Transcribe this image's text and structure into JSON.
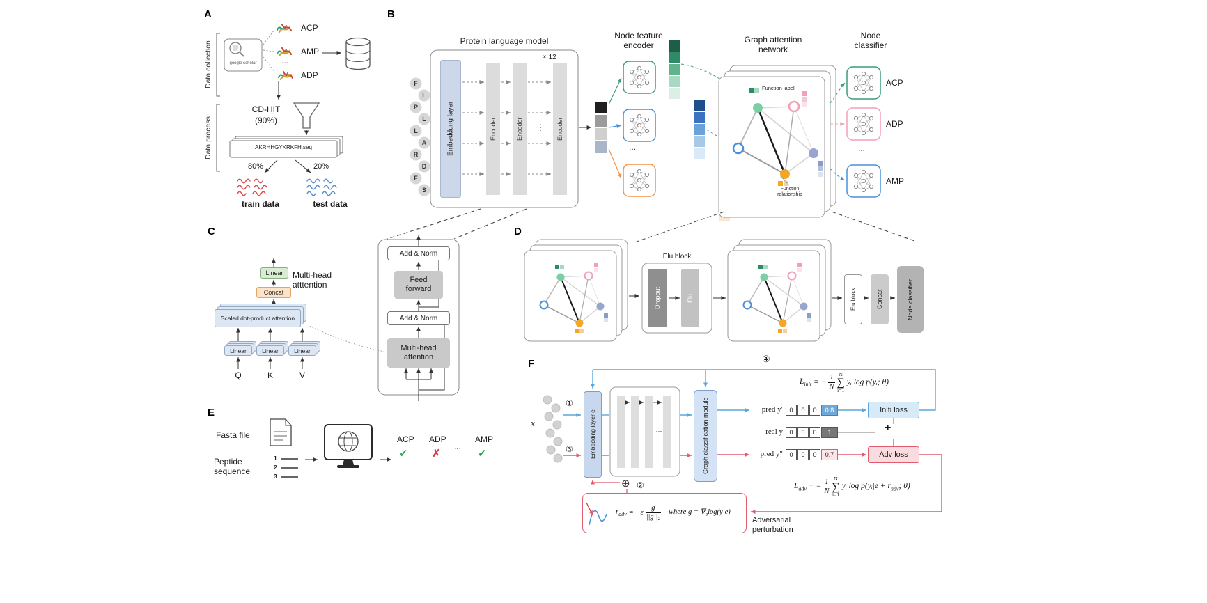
{
  "colors": {
    "train_red": "#d94f4f",
    "test_blue": "#5b8fc9",
    "acp_green": "#3a9d7a",
    "adp_pink": "#f2a0b5",
    "amp_blue": "#4a90d9",
    "orange": "#f0924a",
    "init_loss_blue": "#5aa7dc",
    "adv_loss_red": "#e05c6e",
    "check_green": "#2ea44f",
    "cross_red": "#d73a49"
  },
  "panel_a": {
    "label": "A",
    "collection_label": "Data collection",
    "process_label": "Data process",
    "google_scholar": "google scholar",
    "acp": "ACP",
    "amp": "AMP",
    "adp": "ADP",
    "dots": "...",
    "cdhit_line1": "CD-HIT",
    "cdhit_line2": "(90%)",
    "seq_text": "AKRHHGYKRKFH.seq",
    "train_pct": "80%",
    "test_pct": "20%",
    "train_label": "train data",
    "test_label": "test data"
  },
  "panel_b": {
    "label": "B",
    "plm_title": "Protein language model",
    "embedding_label": "Embeddung layer",
    "encoder_label": "Encoder",
    "times12": "× 12",
    "vdots": "⋮",
    "residues": [
      "F",
      "L",
      "P",
      "L",
      "L",
      "A",
      "R",
      "D",
      "F",
      "S"
    ],
    "nfe_title_1": "Node feature",
    "nfe_title_2": "encoder",
    "nfe_dots": "...",
    "gan_title_1": "Graph attention",
    "gan_title_2": "network",
    "function_label": "Function label",
    "function_rel_1": "Function",
    "function_rel_2": "relationship",
    "nc_title_1": "Node",
    "nc_title_2": "classifier",
    "acp": "ACP",
    "adp": "ADP",
    "amp": "AMP",
    "dots": "..."
  },
  "panel_c": {
    "label": "C",
    "linear": "Linear",
    "concat": "Concat",
    "sdpa": "Scaled dot-product attention",
    "mha_note_1": "Multi-head",
    "mha_note_2": "atttention",
    "q": "Q",
    "k": "K",
    "v": "V",
    "add_norm": "Add & Norm",
    "feed_forward": "Feed forward",
    "mha_box": "Multi-head attention"
  },
  "panel_d": {
    "label": "D",
    "elu_block": "Elu block",
    "dropout": "Dropout",
    "elu": "Elu",
    "elu_block2": "Elu block",
    "concat": "Concat",
    "node_classifier": "Node classifier"
  },
  "panel_e": {
    "label": "E",
    "fasta": "Fasta file",
    "peptide_1": "Peptide",
    "peptide_2": "sequence",
    "nums": [
      "1",
      "2",
      "3"
    ],
    "acp": "ACP",
    "adp": "ADP",
    "amp": "AMP",
    "dots": "...",
    "check": "✓",
    "cross": "✗"
  },
  "panel_f": {
    "label": "F",
    "c1": "①",
    "c2": "②",
    "c3": "③",
    "c4": "④",
    "x_var": "x",
    "embedding_label": "Embedding layer e",
    "gcm_label": "Graph classification module",
    "pred1_label": "pred y′",
    "real_label": "real y",
    "pred2_label": "pred y″",
    "pred1_vals": [
      "0",
      "0",
      "0",
      "0.8"
    ],
    "real_vals": [
      "0",
      "0",
      "0",
      "1"
    ],
    "pred2_vals": [
      "0",
      "0",
      "0",
      "0.7"
    ],
    "init_loss": "Initi loss",
    "adv_loss": "Adv loss",
    "plus": "+",
    "oplus": "⊕",
    "f_init": {
      "L": "L",
      "sub": "init",
      "eq": "= −",
      "num": "1",
      "den": "N",
      "sigma": "∑",
      "sup": "N",
      "lower": "i=1",
      "body": "yᵢ log p(yᵢ; θ)"
    },
    "f_adv": {
      "L": "L",
      "sub": "adv",
      "eq": "= −",
      "num": "1",
      "den": "N",
      "sigma": "∑",
      "sup": "N",
      "lower": "i=1",
      "b1": "yᵢ log p(yᵢ|e + r",
      "bsub": "adv",
      "b2": "; θ)"
    },
    "f_radv": {
      "r": "r",
      "sub": "adv",
      "eq": "= −ε",
      "num": "g",
      "den": "||g||₂",
      "w1": "where g = ∇",
      "wsub": "e",
      "w2": "log(y|e)"
    },
    "adv_pert_1": "Adversarial",
    "adv_pert_2": "perturbation"
  }
}
